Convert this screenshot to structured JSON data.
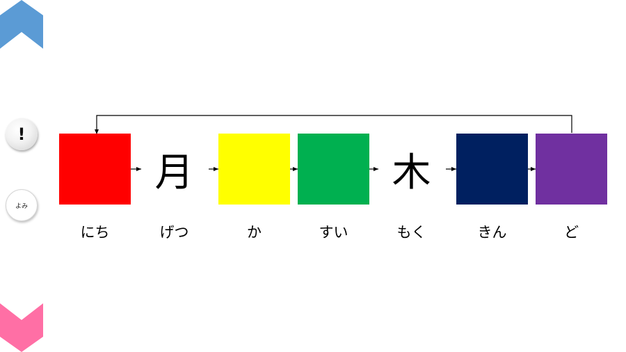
{
  "controls": {
    "info_label": "!",
    "yomi_label": "よみ"
  },
  "days": [
    {
      "reading": "にち",
      "kanji": "",
      "color": "#FF0000"
    },
    {
      "reading": "げつ",
      "kanji": "月",
      "color": ""
    },
    {
      "reading": "か",
      "kanji": "",
      "color": "#FFFF00"
    },
    {
      "reading": "すい",
      "kanji": "",
      "color": "#00B050"
    },
    {
      "reading": "もく",
      "kanji": "木",
      "color": ""
    },
    {
      "reading": "きん",
      "kanji": "",
      "color": "#002060"
    },
    {
      "reading": "ど",
      "kanji": "",
      "color": "#7030A0"
    }
  ],
  "colors": {
    "nav_up": "#5B9BD5",
    "nav_down": "#FF6FA5"
  }
}
